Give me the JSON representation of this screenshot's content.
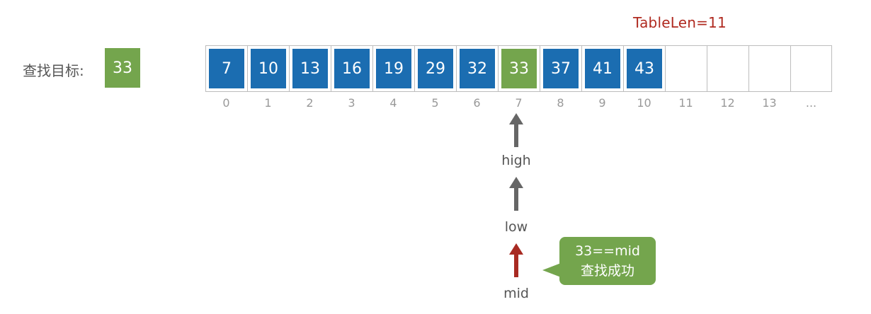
{
  "table_len": "TableLen=11",
  "search": {
    "label": "查找目标:",
    "target": "33"
  },
  "array": {
    "values": [
      "7",
      "10",
      "13",
      "16",
      "19",
      "29",
      "32",
      "33",
      "37",
      "41",
      "43",
      "",
      "",
      "",
      ""
    ],
    "indices": [
      "0",
      "1",
      "2",
      "3",
      "4",
      "5",
      "6",
      "7",
      "8",
      "9",
      "10",
      "11",
      "12",
      "13",
      "..."
    ],
    "found_index": 7
  },
  "pointers": {
    "high": "high",
    "low": "low",
    "mid": "mid"
  },
  "message": {
    "line1": "33==mid",
    "line2": "查找成功"
  },
  "colors": {
    "cell": "#1b6db1",
    "found": "#74a54d",
    "arrow_gray": "#666666",
    "arrow_red": "#a82a22",
    "table_len": "#b02a20"
  }
}
